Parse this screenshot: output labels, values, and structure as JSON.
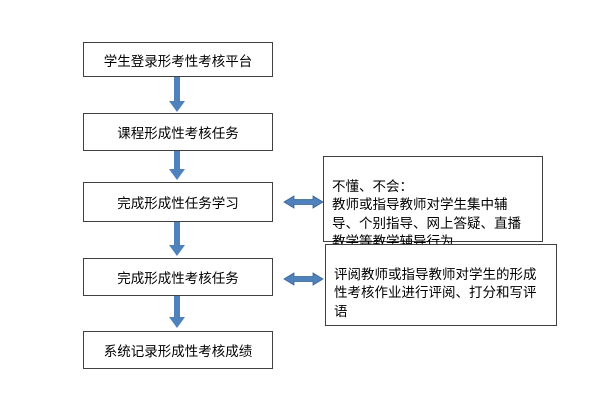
{
  "flow": {
    "steps": [
      "学生登录形考性考核平台",
      "课程形成性考核任务",
      "完成形成性任务学习",
      "完成形成性考核任务",
      "系统记录形成性考核成绩"
    ],
    "notes": [
      "不懂、不会：\n教师或指导教师对学生集中辅导、个别指导、网上答疑、直播教学等教学辅导行为",
      "评阅教师或指导教师对学生的形成性考核作业进行评阅、打分和写评语"
    ]
  },
  "colors": {
    "arrow": "#4f81bd",
    "arrow_outline": "#3a6596",
    "border": "#404040"
  }
}
